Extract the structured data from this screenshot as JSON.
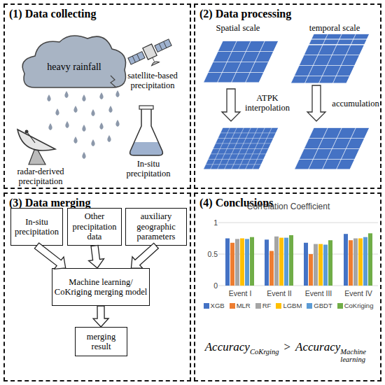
{
  "diagram": {
    "nodes": [
      {
        "text": [
          "(1) Data collecting"
        ]
      },
      {
        "text": [
          "(2) Data processing"
        ]
      },
      {
        "text": [
          "(3) Data merging"
        ]
      },
      {
        "text": [
          "In-situ precipitation"
        ],
        "in": 2
      },
      {
        "text": [
          "Other precipitation data"
        ],
        "in": 2
      },
      {
        "text": [
          "auxiliary geographic parameters"
        ],
        "in": 2
      },
      {
        "text": [
          "Machine learning/ CoKriging merging model"
        ],
        "in": 2
      },
      {
        "text": [
          "merging result"
        ],
        "in": 2
      },
      {
        "text": [
          "(4) Conclusions"
        ]
      }
    ],
    "edges": [
      {
        "from": 3,
        "to": 6,
        "arrow": "to"
      },
      {
        "from": 4,
        "to": 6,
        "arrow": "to"
      },
      {
        "from": 5,
        "to": 6,
        "arrow": "to"
      },
      {
        "from": 6,
        "to": 7,
        "arrow": "to"
      }
    ],
    "labels": [
      "heavy rainfall",
      "satellite-based precipitation",
      "radar-derived precipitation",
      "In-situ precipitation",
      "Spatial scale",
      "temporal scale",
      "ATPK interpolation",
      "accumulation",
      "Correlation Coefficient",
      "1",
      "0.5",
      "0",
      "Event I",
      "Event II",
      "Event III",
      "Event IV",
      "Accuracy",
      "CoKrging",
      ">",
      "Accuracy",
      "Machine learning"
    ],
    "legend": [
      {
        "text": "XGB",
        "color": "#4472C4"
      },
      {
        "text": "MLR",
        "color": "#ED7D31"
      },
      {
        "text": "RF",
        "color": "#A5A5A5"
      },
      {
        "text": "LGBM",
        "color": "#FFC000"
      },
      {
        "text": "GBDT",
        "color": "#5B9BD5"
      },
      {
        "text": "CoKriging",
        "color": "#70AD47"
      }
    ]
  }
}
